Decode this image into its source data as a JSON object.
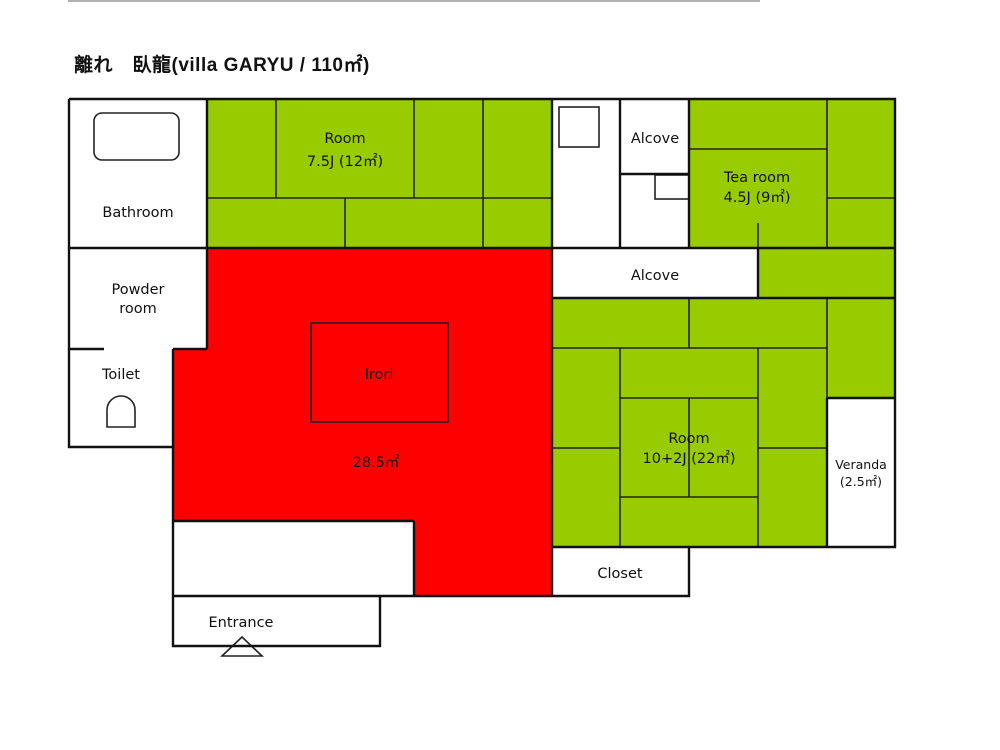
{
  "title": "離れ　臥龍(villa GARYU / 110㎡)",
  "colors": {
    "tatami": "#99cc00",
    "irori": "#ff0000",
    "wall": "#111111",
    "line": "#222222",
    "background": "#ffffff"
  },
  "rooms": {
    "room1": {
      "name": "Room",
      "size": "7.5J (12㎡)"
    },
    "tea_room": {
      "name": "Tea room",
      "size": "4.5J (9㎡)"
    },
    "alcove_top": {
      "name": "Alcove"
    },
    "alcove_mid": {
      "name": "Alcove"
    },
    "bathroom": {
      "name": "Bathroom"
    },
    "powder_room": {
      "line1": "Powder",
      "line2": "room"
    },
    "toilet": {
      "name": "Toilet"
    },
    "irori": {
      "name": "Irori",
      "size": "28.5㎡"
    },
    "room2": {
      "name": "Room",
      "size": "10+2J (22㎡)"
    },
    "veranda": {
      "name": "Veranda",
      "size": "(2.5㎡)"
    },
    "closet": {
      "name": "Closet"
    },
    "entrance": {
      "name": "Entrance"
    }
  }
}
